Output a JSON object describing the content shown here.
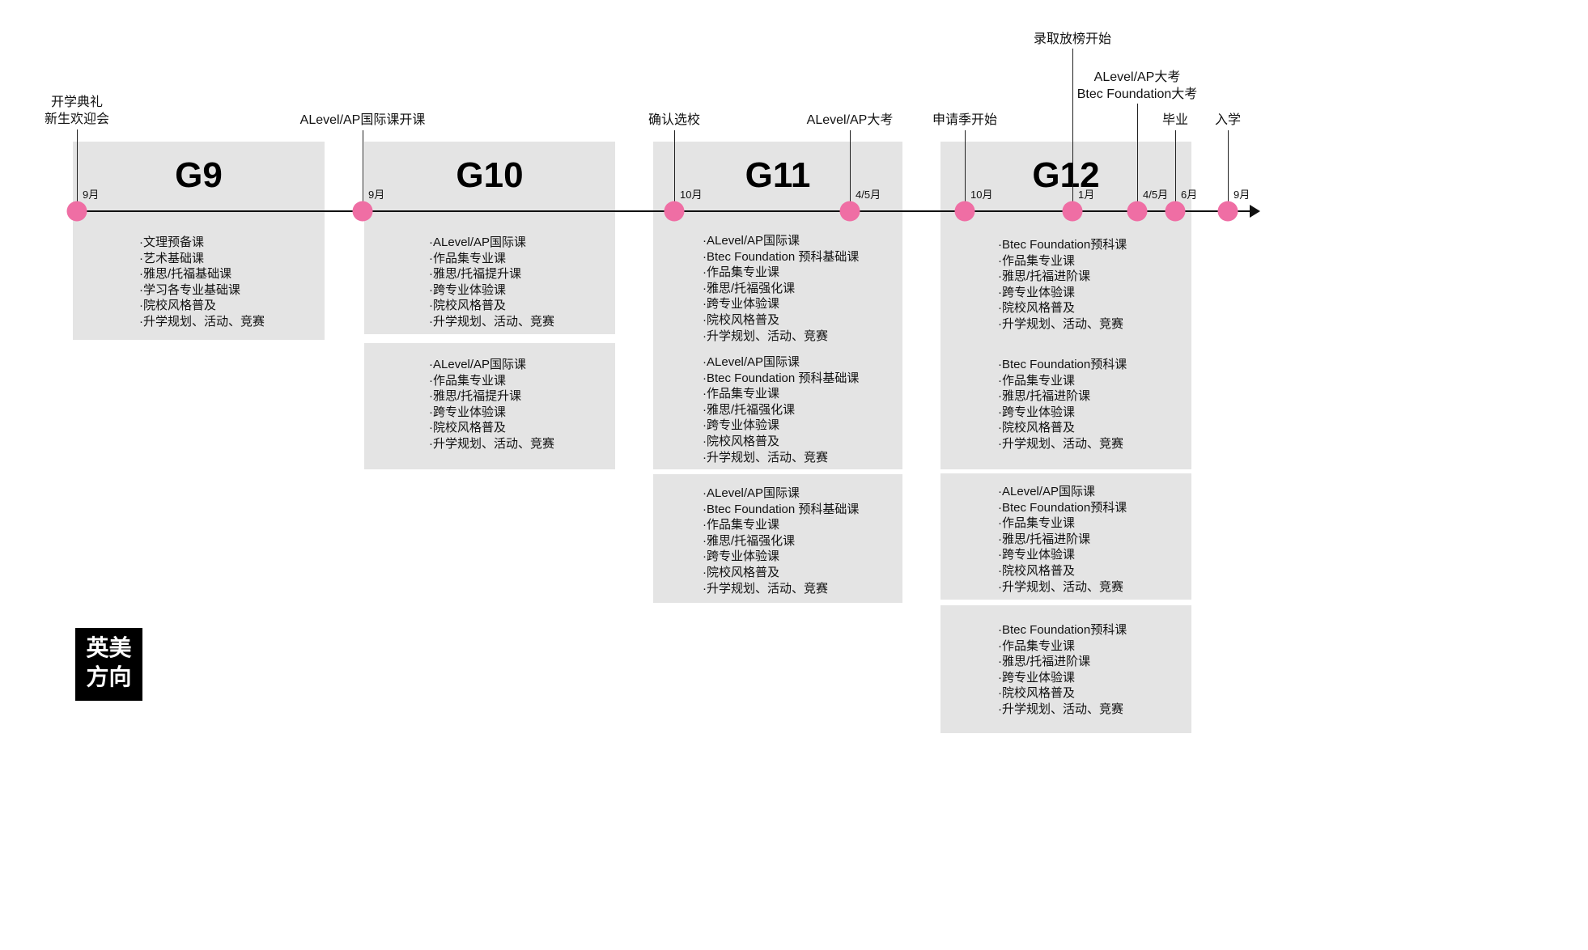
{
  "legend": {
    "lines": [
      "英美",
      "方向"
    ]
  },
  "timeline": {
    "milestones": [
      {
        "lines": [
          "开学典礼",
          "新生欢迎会"
        ],
        "month": "9月"
      },
      {
        "lines": [
          "ALevel/AP国际课开课"
        ],
        "month": "9月"
      },
      {
        "lines": [
          "确认选校"
        ],
        "month": "10月"
      },
      {
        "lines": [
          "ALevel/AP大考"
        ],
        "month": "4/5月"
      },
      {
        "lines": [
          "申请季开始"
        ],
        "month": "10月"
      },
      {
        "lines": [
          "录取放榜开始"
        ],
        "month": "1月"
      },
      {
        "lines": [
          "ALevel/AP大考",
          "Btec Foundation大考"
        ],
        "month": "4/5月"
      },
      {
        "lines": [
          "毕业"
        ],
        "month": "6月"
      },
      {
        "lines": [
          "入学"
        ],
        "month": "9月"
      }
    ]
  },
  "grades": [
    {
      "title": "G9",
      "boxes": [
        [
          "文理预备课",
          "艺术基础课",
          "雅思/托福基础课",
          "学习各专业基础课",
          "院校风格普及",
          "升学规划、活动、竞赛"
        ]
      ]
    },
    {
      "title": "G10",
      "boxes": [
        [
          "ALevel/AP国际课",
          "作品集专业课",
          "雅思/托福提升课",
          "跨专业体验课",
          "院校风格普及",
          "升学规划、活动、竞赛"
        ],
        [
          "ALevel/AP国际课",
          "作品集专业课",
          "雅思/托福提升课",
          "跨专业体验课",
          "院校风格普及",
          "升学规划、活动、竞赛"
        ]
      ]
    },
    {
      "title": "G11",
      "boxes": [
        [
          "ALevel/AP国际课",
          "Btec Foundation 预科基础课",
          "作品集专业课",
          "雅思/托福强化课",
          "跨专业体验课",
          "院校风格普及",
          "升学规划、活动、竞赛"
        ],
        [
          "ALevel/AP国际课",
          "Btec Foundation 预科基础课",
          "作品集专业课",
          "雅思/托福强化课",
          "跨专业体验课",
          "院校风格普及",
          "升学规划、活动、竞赛"
        ],
        [
          "ALevel/AP国际课",
          "Btec Foundation 预科基础课",
          "作品集专业课",
          "雅思/托福强化课",
          "跨专业体验课",
          "院校风格普及",
          "升学规划、活动、竞赛"
        ]
      ]
    },
    {
      "title": "G12",
      "boxes": [
        [
          "Btec Foundation预科课",
          "作品集专业课",
          "雅思/托福进阶课",
          "跨专业体验课",
          "院校风格普及",
          "升学规划、活动、竞赛"
        ],
        [
          "Btec Foundation预科课",
          "作品集专业课",
          "雅思/托福进阶课",
          "跨专业体验课",
          "院校风格普及",
          "升学规划、活动、竞赛"
        ],
        [
          "ALevel/AP国际课",
          "Btec Foundation预科课",
          "作品集专业课",
          "雅思/托福进阶课",
          "跨专业体验课",
          "院校风格普及",
          "升学规划、活动、竞赛"
        ],
        [
          "Btec Foundation预科课",
          "作品集专业课",
          "雅思/托福进阶课",
          "跨专业体验课",
          "院校风格普及",
          "升学规划、活动、竞赛"
        ]
      ]
    }
  ],
  "colors": {
    "dot": "#ef6ea4",
    "box": "#e4e4e4",
    "line": "#111111"
  }
}
